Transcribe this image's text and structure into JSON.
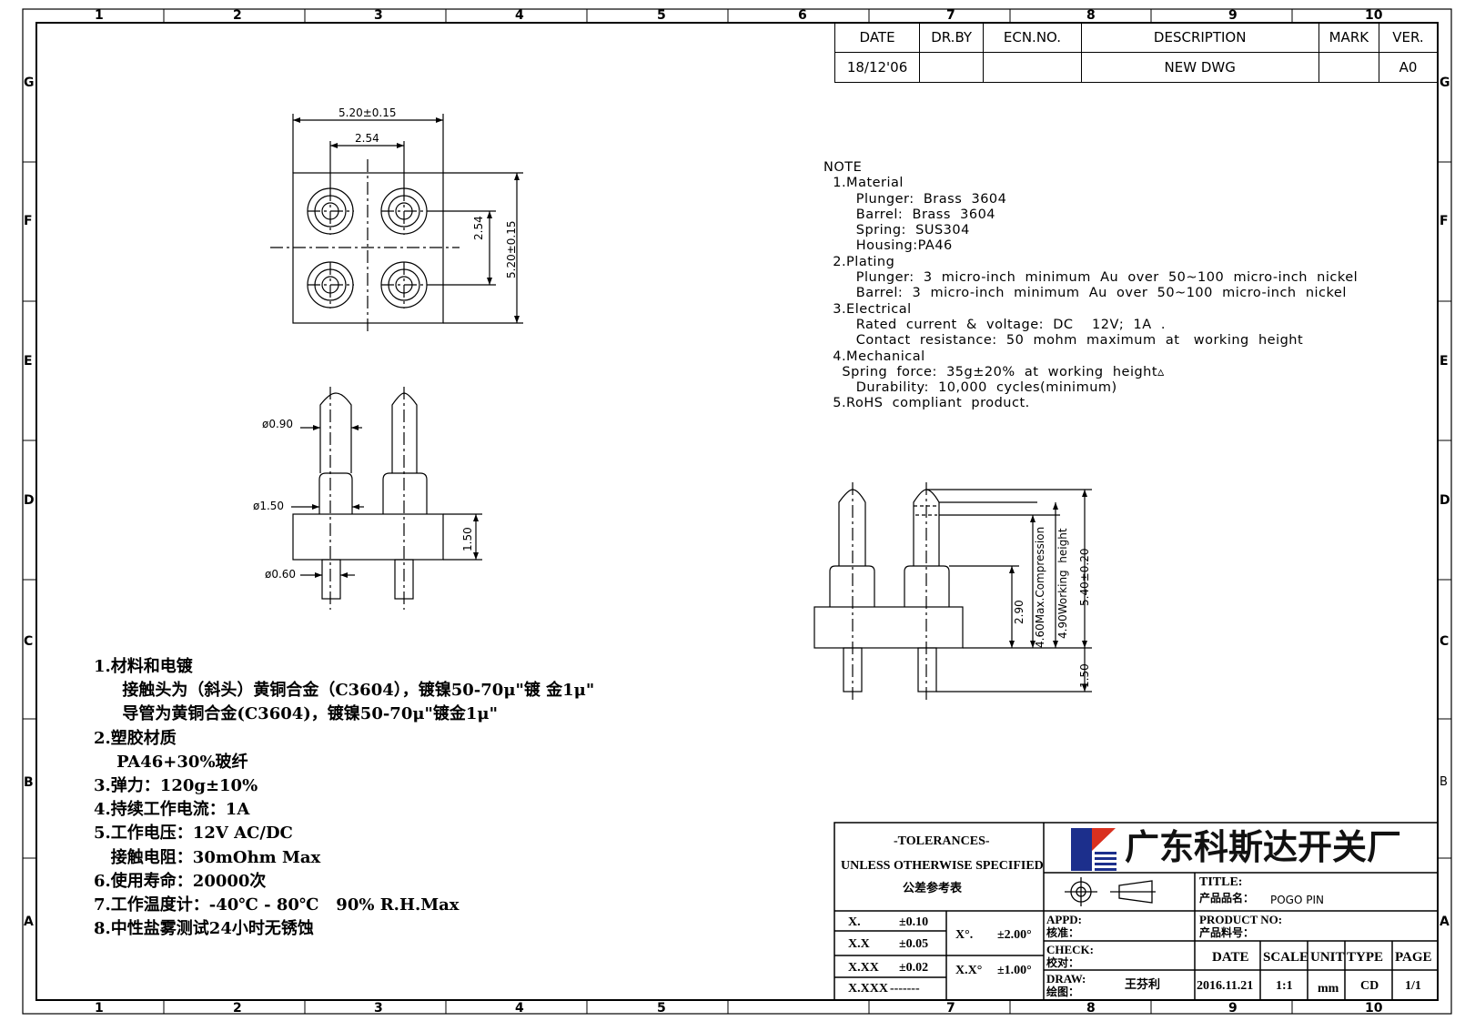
{
  "border": {
    "col_numbers": [
      "1",
      "2",
      "3",
      "4",
      "5",
      "6",
      "7",
      "8",
      "9",
      "10"
    ],
    "row_letters": [
      "G",
      "F",
      "E",
      "D",
      "C",
      "B",
      "A"
    ]
  },
  "revision": {
    "headers": [
      "DATE",
      "DR.BY",
      "ECN.NO.",
      "DESCRIPTION",
      "MARK",
      "VER."
    ],
    "row": [
      "18/12'06",
      "",
      "",
      "NEW  DWG",
      "",
      "A0"
    ]
  },
  "dimensions": {
    "top_width": "5.20±0.15",
    "top_pitch": "2.54",
    "top_pitch_v": "2.54",
    "top_height": "5.20±0.15",
    "d_plunger": "ø0.90",
    "d_barrel": "ø1.50",
    "d_tail": "ø0.60",
    "housing_h": "1.50",
    "r_290": "2.90",
    "r_460": "4.60Max.Compression",
    "r_490": "4.90Working  height",
    "r_540": "5.40±0.20",
    "r_150": "1.50"
  },
  "notes_en": [
    "NOTE",
    "  1.Material",
    "       Plunger:  Brass  3604",
    "       Barrel:  Brass  3604",
    "       Spring:  SUS304",
    "       Housing:PA46",
    "  2.Plating",
    "       Plunger:  3  micro-inch  minimum  Au  over  50~100  micro-inch  nickel",
    "       Barrel:  3  micro-inch  minimum  Au  over  50~100  micro-inch  nickel",
    "  3.Electrical",
    "       Rated  current  &  voltage:  DC    12V;  1A  .",
    "       Contact  resistance:  50  mohm  maximum  at   working  height",
    "  4.Mechanical",
    "    Spring  force:  35g±20%  at  working  height▵",
    "       Durability:  10,000  cycles(minimum)",
    "  5.RoHS  compliant  product."
  ],
  "notes_cn": [
    "1.材料和电镀",
    "     接触头为（斜头）黄铜合金（C3604），镀镍50-70μ\"镀 金1μ\"",
    "     导管为黄铜合金(C3604)，镀镍50-70μ\"镀金1μ\"",
    "2.塑胶材质",
    "    PA46+30%玻纤",
    "3.弹力：120g±10%",
    "4.持续工作电流：1A",
    "5.工作电压：12V AC/DC",
    "   接触电阻：30mOhm Max",
    "6.使用寿命：20000次",
    "7.工作温度计：-40℃ - 80℃   90% R.H.Max",
    "8.中性盐雾测试24小时无锈蚀"
  ],
  "title_block": {
    "tol_title": "-TOLERANCES-",
    "tol_sub": "UNLESS OTHERWISE SPECIFIED",
    "tol_cn": "公差参考表",
    "tol_rows": [
      {
        "k": "X.",
        "v": "±0.10"
      },
      {
        "k": "X.X",
        "v": "±0.05"
      },
      {
        "k": "X.XX",
        "v": "±0.02"
      },
      {
        "k": "X.XXX",
        "v": "-------"
      }
    ],
    "ang_rows": [
      {
        "k": "X°.",
        "v": "±2.00°"
      },
      {
        "k": "X.X°",
        "v": "±1.00°"
      }
    ],
    "company": "广东科斯达开关厂",
    "title_label": "TITLE:",
    "product_name_label": "产品品名：",
    "product_name": "POGO PIN",
    "product_no_label": "PRODUCT NO:",
    "product_no_cn": "产品料号：",
    "appd": "APPD:",
    "appd_cn": "核准：",
    "check": "CHECK:",
    "check_cn": "校对：",
    "draw": "DRAW:",
    "draw_cn": "绘图：",
    "drawer": "王芬利",
    "info_headers": [
      "DATE",
      "SCALE",
      "UNIT",
      "TYPE",
      "PAGE"
    ],
    "info_values": [
      "2016.11.21",
      "1:1",
      "mm",
      "CD",
      "1/1"
    ]
  },
  "colors": {
    "line": "#000000",
    "logo_blue": "#1c2f8c",
    "logo_red": "#d9301f"
  }
}
